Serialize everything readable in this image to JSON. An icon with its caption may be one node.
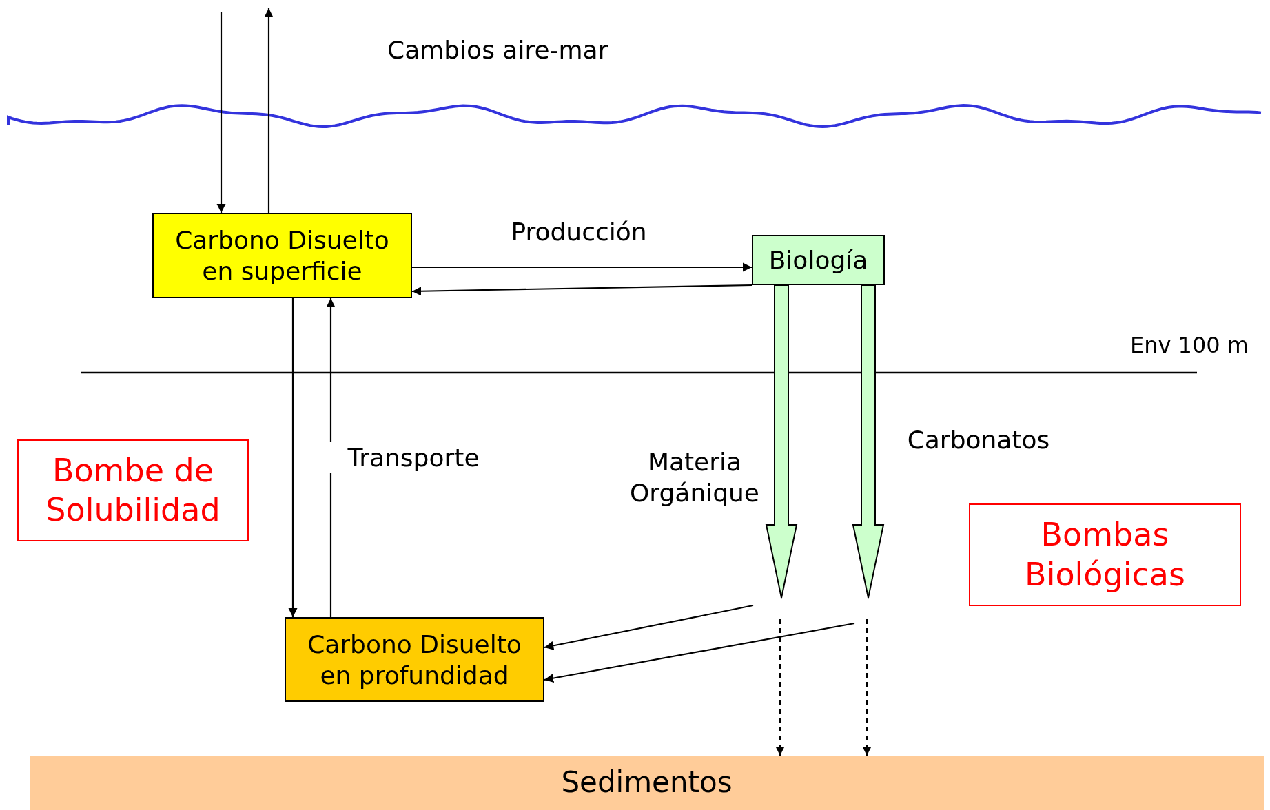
{
  "diagram": {
    "nodes": [
      {
        "text": [
          "Carbono Disuelto en superficie"
        ]
      },
      {
        "text": [
          "Biología"
        ]
      },
      {
        "text": [
          "Carbono Disuelto en profundidad"
        ]
      },
      {
        "text": [
          "Sedimentos"
        ]
      },
      {
        "text": [
          "Bombe de Solubilidad"
        ]
      },
      {
        "text": [
          "Bombas Biológicas"
        ]
      }
    ],
    "edges": [
      {
        "from": null,
        "to": 0,
        "arrow": "to"
      },
      {
        "from": 0,
        "to": null,
        "arrow": "to"
      },
      {
        "from": 0,
        "to": 1,
        "arrow": "to",
        "label": "Producción"
      },
      {
        "from": 1,
        "to": 0,
        "arrow": "to"
      },
      {
        "from": 0,
        "to": 2,
        "arrow": "to"
      },
      {
        "from": 2,
        "to": 0,
        "arrow": "to",
        "label": "Transporte"
      },
      {
        "from": 1,
        "to": null,
        "arrow": "to",
        "label": "Materia Orgánique",
        "style": "thick",
        "color": "#ccffcc"
      },
      {
        "from": 1,
        "to": null,
        "arrow": "to",
        "label": "Carbonatos",
        "style": "thick",
        "color": "#ccffcc"
      },
      {
        "from": null,
        "to": 2,
        "arrow": "to"
      },
      {
        "from": null,
        "to": 2,
        "arrow": "to"
      },
      {
        "from": null,
        "to": 3,
        "arrow": "to",
        "style": "dashed"
      },
      {
        "from": null,
        "to": 3,
        "arrow": "to",
        "style": "dashed"
      }
    ],
    "labels": [
      "Cambios aire-mar",
      "Env 100 m"
    ]
  }
}
